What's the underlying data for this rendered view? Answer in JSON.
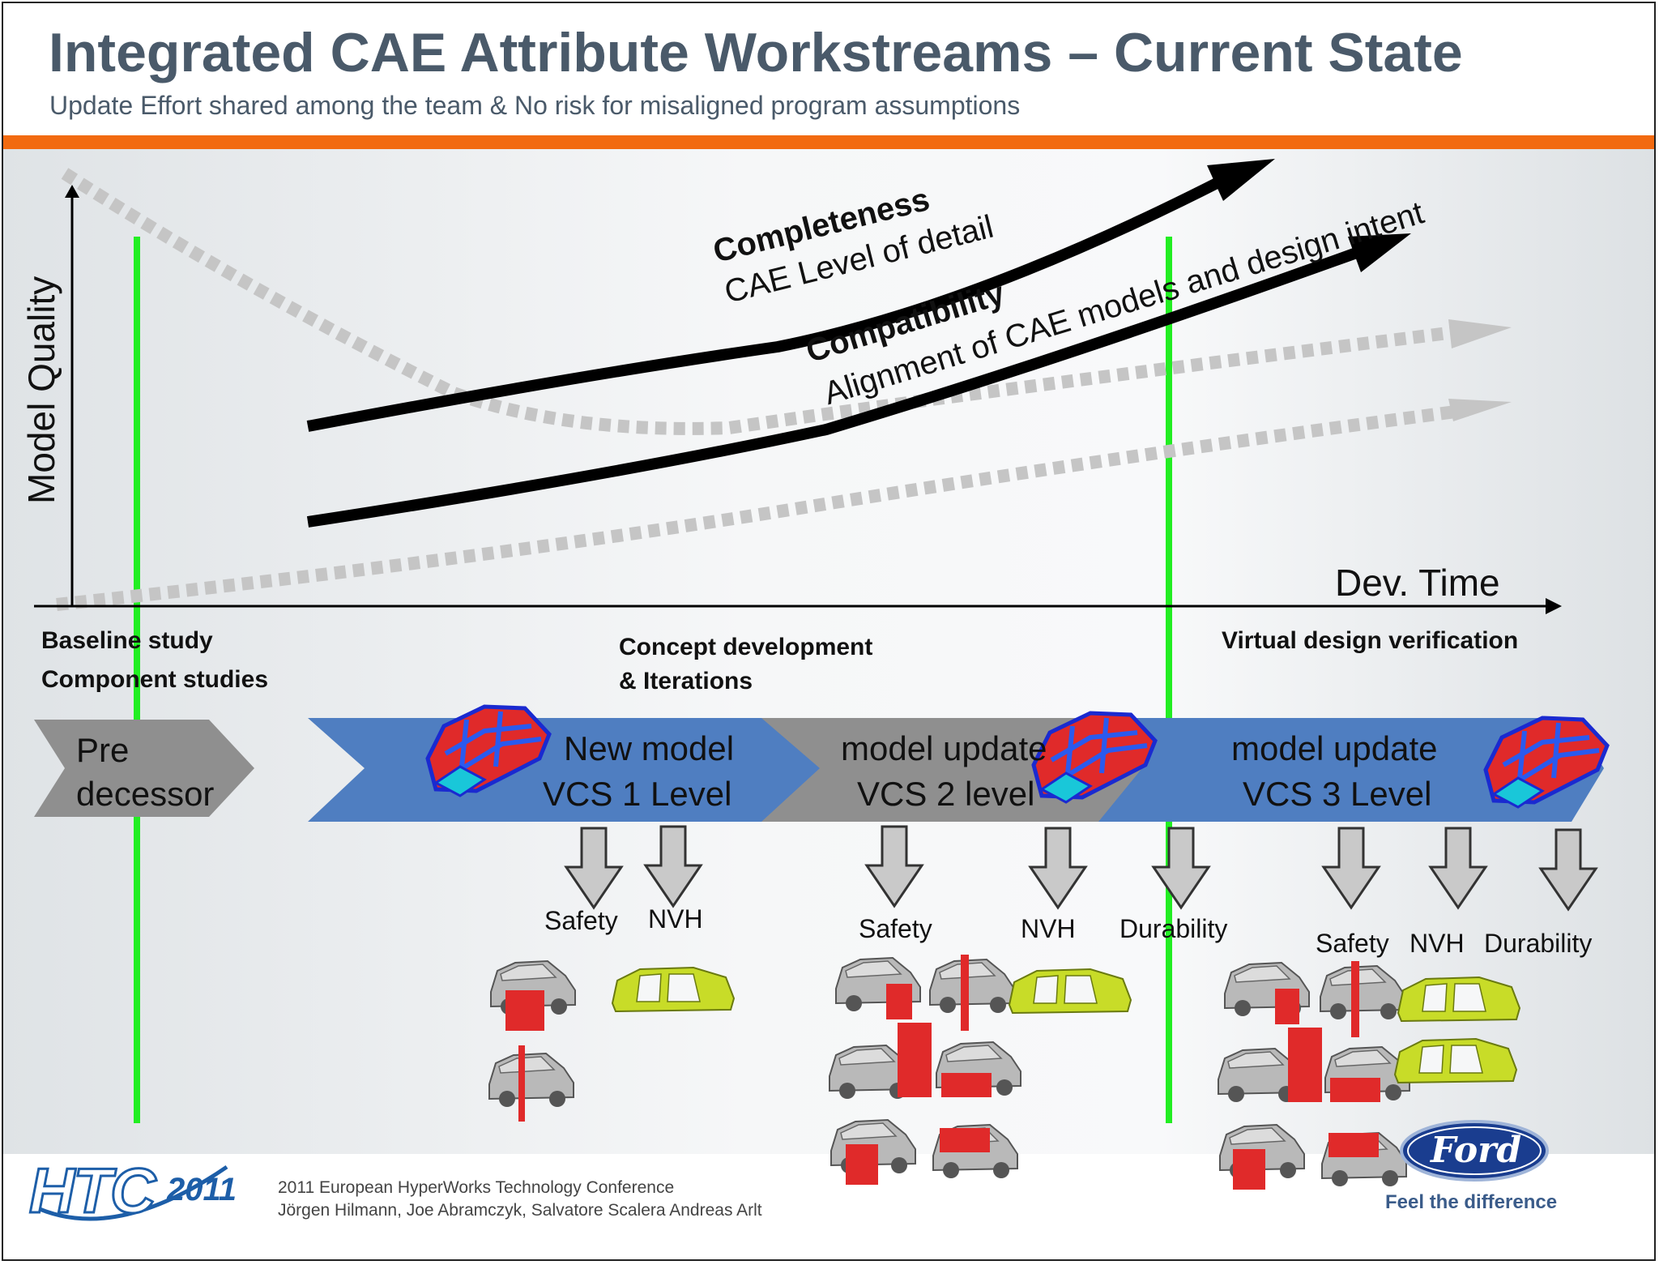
{
  "header": {
    "title": "Integrated CAE Attribute Workstreams – Current State",
    "subtitle": "Update Effort shared among the team & No risk for misaligned program assumptions"
  },
  "axes": {
    "y_label": "Model Quality",
    "x_label": "Dev. Time"
  },
  "curves": {
    "completeness_title": "Completeness",
    "completeness_sub": "CAE Level of detail",
    "compatibility_title": "Compatibility",
    "compatibility_sub": "Alignment of CAE models and design intent"
  },
  "phases": {
    "baseline_line1": "Baseline study",
    "baseline_line2": "Component studies",
    "concept_line1": "Concept development",
    "concept_line2": "& Iterations",
    "virtual": "Virtual design verification"
  },
  "stages": [
    {
      "line1": "Pre",
      "line2": "decessor"
    },
    {
      "line1": "New model",
      "line2": "VCS 1 Level"
    },
    {
      "line1": "model update",
      "line2": "VCS 2 level"
    },
    {
      "line1": "model update",
      "line2": "VCS 3 Level"
    }
  ],
  "attributes": {
    "g1": [
      "Safety",
      "NVH"
    ],
    "g2": [
      "Safety",
      "NVH",
      "Durability"
    ],
    "g3": [
      "Safety",
      "NVH",
      "Durability"
    ]
  },
  "footer": {
    "logo_htc": "HTC",
    "logo_year": "2011",
    "conference": "2011 European HyperWorks Technology Conference",
    "authors": "Jörgen Hilmann, Joe Abramczyk, Salvatore Scalera Andreas Arlt",
    "ford_logo": "Ford",
    "ford_tagline": "Feel the difference"
  },
  "colors": {
    "title": "#4a5a6a",
    "orange": "#f26a10",
    "green": "#22ee22",
    "blue": "#4f7ec1",
    "grey_chevron": "#8f8f8f",
    "car_red": "#e02a2a",
    "bodyshell": "#c8dc28",
    "ford_blue": "#1a3d8f"
  }
}
